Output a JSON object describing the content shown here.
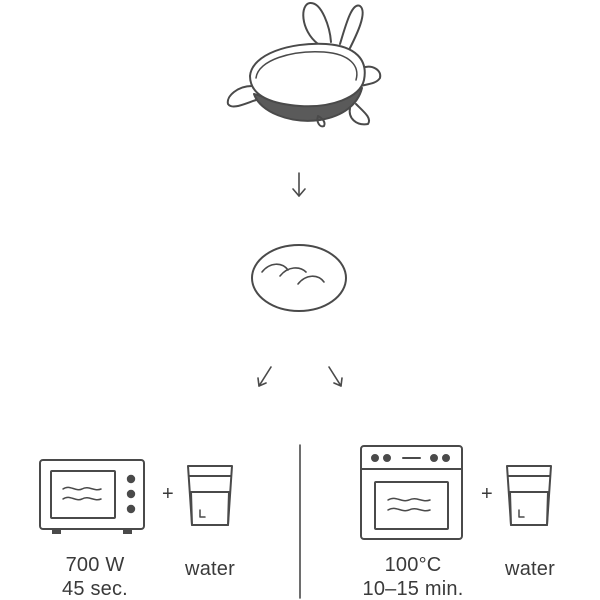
{
  "microwave": {
    "power": "700 W",
    "time": "45 sec.",
    "plus": "+",
    "water": "water"
  },
  "oven": {
    "temperature": "100°C",
    "time": "10–15 min.",
    "plus": "+",
    "water": "water"
  },
  "colors": {
    "stroke": "#4a4a4a",
    "fill_dark": "#5a5a5a",
    "text": "#3a3a3a"
  }
}
